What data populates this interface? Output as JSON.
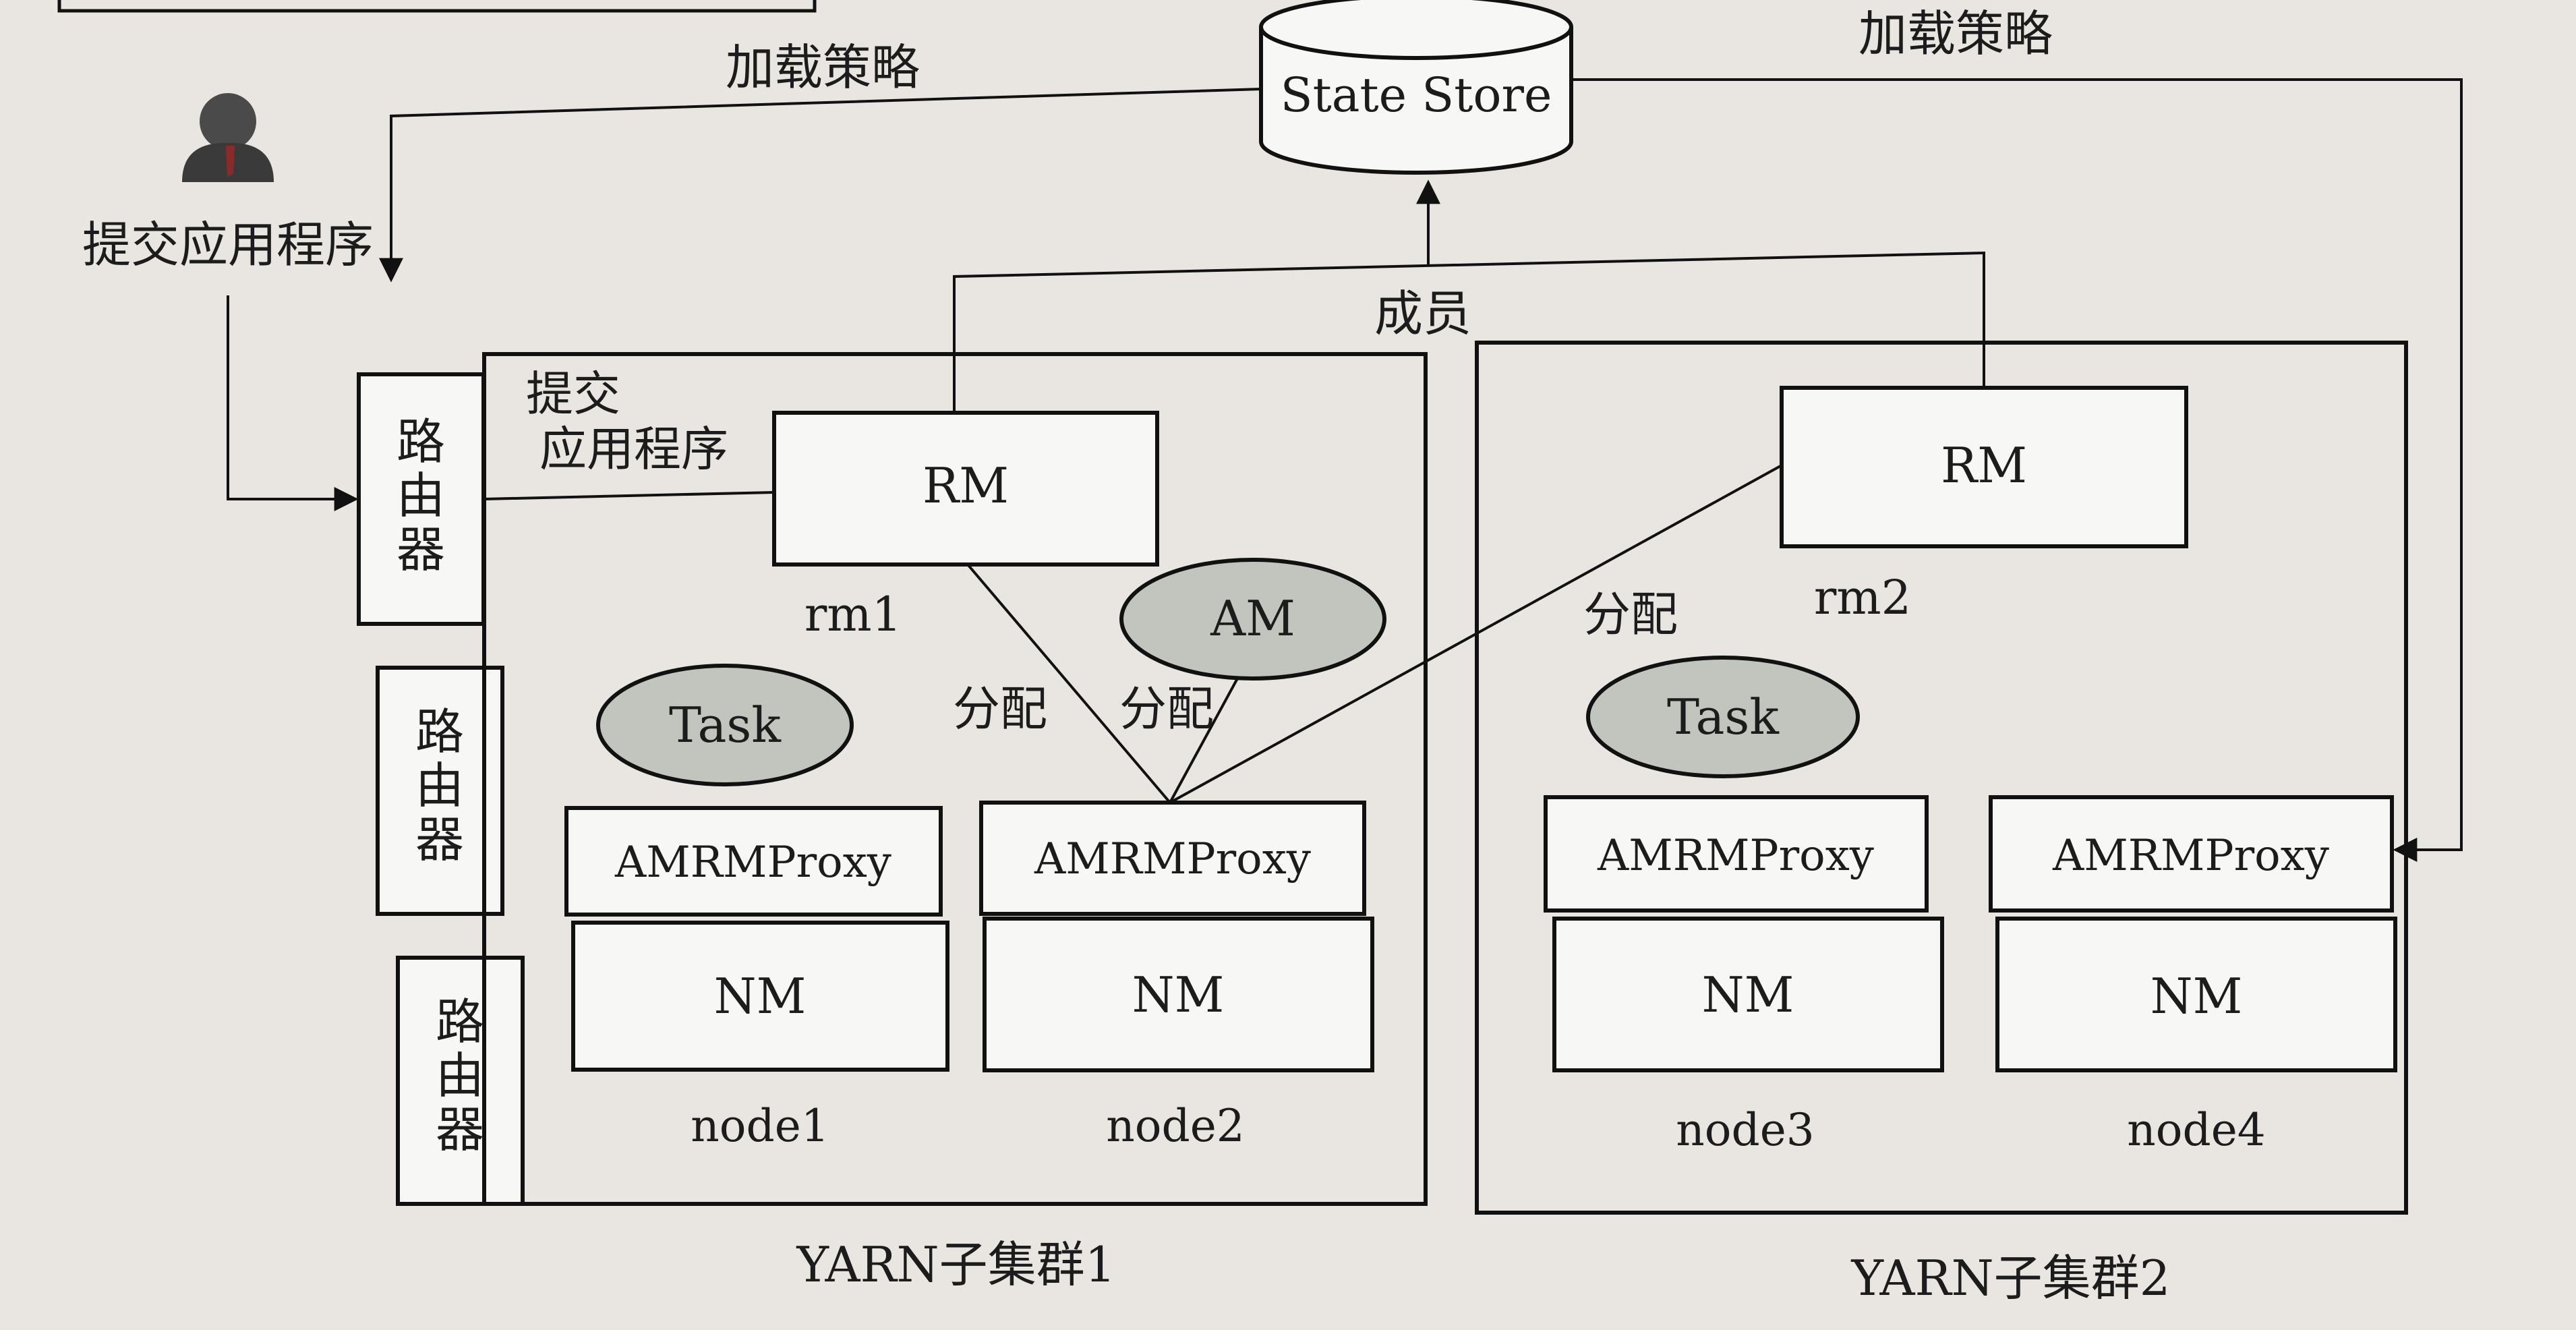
{
  "labels": {
    "load_policy_left": "加载策略",
    "load_policy_right": "加载策略",
    "state_store": "State Store",
    "submit_app_user": "提交应用程序",
    "membership": "成员",
    "submit_app_inner_1": "提交",
    "submit_app_inner_2": "应用程序",
    "router": [
      "路",
      "由",
      "器"
    ],
    "rm": "RM",
    "rm1": "rm1",
    "rm2": "rm2",
    "am": "AM",
    "task": "Task",
    "allocate": "分配",
    "amrmproxy": "AMRMProxy",
    "nm": "NM",
    "node1": "node1",
    "node2": "node2",
    "node3": "node3",
    "node4": "node4",
    "cluster1": "YARN子集群1",
    "cluster2": "YARN子集群2"
  }
}
